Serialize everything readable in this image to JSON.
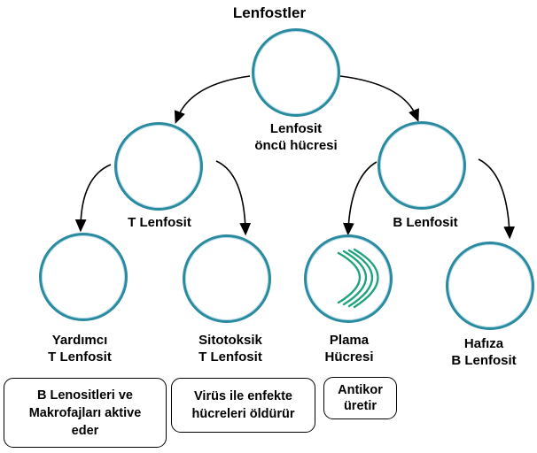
{
  "title": "Lenfostler",
  "nodes": {
    "stem": {
      "line1": "Lenfosit",
      "line2": "öncü hücresi"
    },
    "t_cell": {
      "label": "T Lenfosit"
    },
    "b_cell": {
      "label": "B Lenfosit"
    },
    "helper": {
      "line1": "Yardımcı",
      "line2": "T Lenfosit"
    },
    "cytotoxic": {
      "line1": "Sitotoksik",
      "line2": "T Lenfosit"
    },
    "plasma": {
      "line1": "Plama",
      "line2": "Hücresi"
    },
    "memory": {
      "line1": "Hafıza",
      "line2": "B Lenfosit"
    }
  },
  "descriptions": {
    "helper": {
      "line1": "B Lenositleri ve",
      "line2": "Makrofajları aktive",
      "line3": "eder"
    },
    "cytotoxic": {
      "line1": "Virüs ile enfekte",
      "line2": "hücreleri öldürür"
    },
    "plasma": {
      "line1": "Antikor",
      "line2": "üretir"
    }
  },
  "colors": {
    "cell_border": "#2a8aa0",
    "antibody_marks": "#1fa37f",
    "arrows": "#000000"
  }
}
